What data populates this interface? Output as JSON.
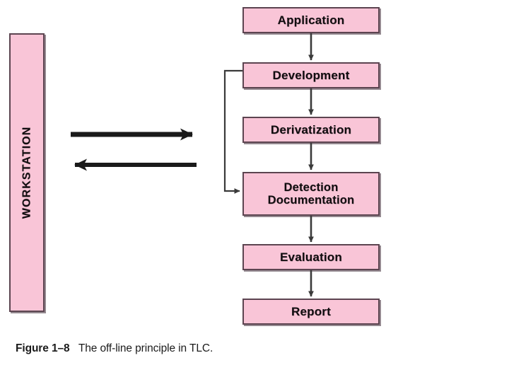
{
  "figure": {
    "caption_number": "Figure 1–8",
    "caption_text": "The off-line principle in TLC.",
    "colors": {
      "box_fill": "#f9c5d7",
      "box_border": "#5c4450",
      "connector": "#3a3a3a",
      "text": "#120d10",
      "background": "#ffffff"
    }
  },
  "workstation": {
    "label": "WORKSTATION"
  },
  "flow": {
    "nodes": [
      {
        "id": "application",
        "label": "Application",
        "lines": [
          "Application"
        ]
      },
      {
        "id": "development",
        "label": "Development",
        "lines": [
          "Development"
        ]
      },
      {
        "id": "derivatization",
        "label": "Derivatization",
        "lines": [
          "Derivatization"
        ]
      },
      {
        "id": "detection",
        "label": "Detection Documentation",
        "lines": [
          "Detection",
          "Documentation"
        ]
      },
      {
        "id": "evaluation",
        "label": "Evaluation",
        "lines": [
          "Evaluation"
        ]
      },
      {
        "id": "report",
        "label": "Report",
        "lines": [
          "Report"
        ]
      }
    ],
    "connectors": [
      {
        "from": "application",
        "to": "development",
        "kind": "arrow-down"
      },
      {
        "from": "development",
        "to": "derivatization",
        "kind": "arrow-down"
      },
      {
        "from": "derivatization",
        "to": "detection",
        "kind": "arrow-down"
      },
      {
        "from": "detection",
        "to": "evaluation",
        "kind": "arrow-down"
      },
      {
        "from": "evaluation",
        "to": "report",
        "kind": "arrow-down"
      },
      {
        "from": "development",
        "to": "detection",
        "kind": "bypass-left"
      }
    ],
    "exchange_arrows": [
      {
        "id": "to-process",
        "direction": "right"
      },
      {
        "id": "to-workstation",
        "direction": "left"
      }
    ]
  }
}
